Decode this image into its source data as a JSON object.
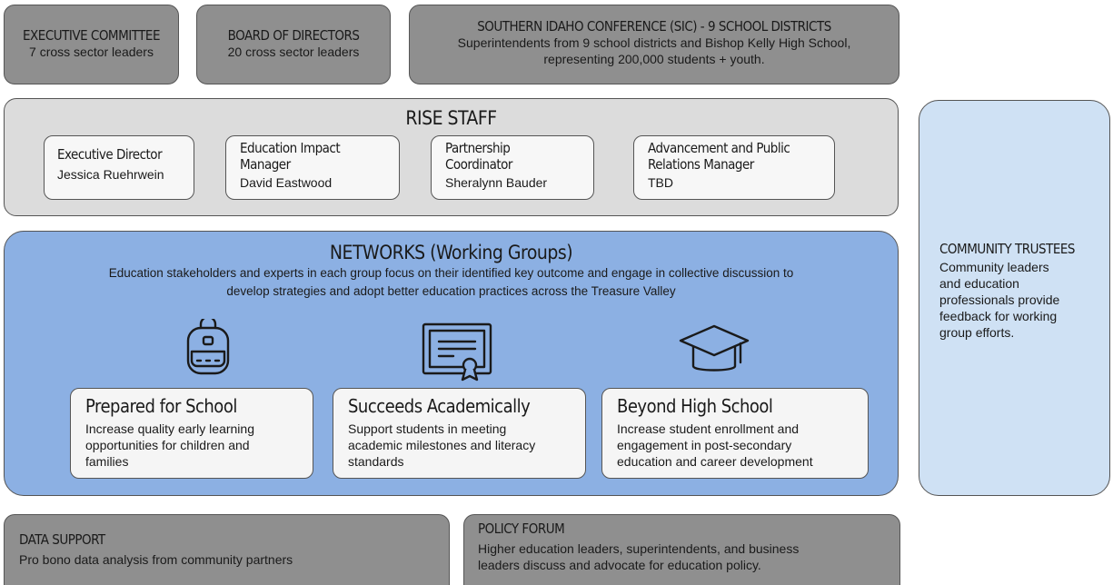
{
  "executive_committee": {
    "title": "EXECUTIVE COMMITTEE",
    "subtitle": "7 cross sector leaders"
  },
  "board_of_directors": {
    "title": "BOARD OF DIRECTORS",
    "subtitle": "20 cross sector leaders"
  },
  "sic": {
    "title": "SOUTHERN IDAHO CONFERENCE (SIC) - 9 SCHOOL DISTRICTS",
    "line1": "Superintendents from 9 school districts and Bishop Kelly High School,",
    "line2": "representing 200,000 students + youth."
  },
  "rise_staff": {
    "title": "RISE STAFF",
    "members": [
      {
        "role_line1": "Executive Director",
        "role_line2": "",
        "name": "Jessica Ruehrwein"
      },
      {
        "role_line1": "Education Impact",
        "role_line2": "Manager",
        "name": "David Eastwood"
      },
      {
        "role_line1": "Partnership",
        "role_line2": "Coordinator",
        "name": "Sheralynn Bauder"
      },
      {
        "role_line1": "Advancement and Public",
        "role_line2": "Relations Manager",
        "name": "TBD"
      }
    ]
  },
  "networks": {
    "title": "NETWORKS (Working Groups)",
    "line1": "Education stakeholders and experts in each group focus on their identified key outcome and engage in collective discussion to",
    "line2": "develop strategies and adopt better education practices across the Treasure Valley",
    "groups": [
      {
        "title": "Prepared for School",
        "icon": "backpack-icon",
        "line1": "Increase quality early learning",
        "line2": "opportunities for children and",
        "line3": "families"
      },
      {
        "title": "Succeeds Academically",
        "icon": "certificate-icon",
        "line1": "Support students in meeting",
        "line2": "academic milestones and literacy",
        "line3": "standards"
      },
      {
        "title": "Beyond High School",
        "icon": "graduation-cap-icon",
        "line1": "Increase student enrollment and",
        "line2": "engagement in post-secondary",
        "line3": "education and career development"
      }
    ]
  },
  "community_trustees": {
    "title": "COMMUNITY TRUSTEES",
    "lines": [
      "Community leaders",
      "and education",
      "professionals provide",
      "feedback for working",
      "group efforts."
    ]
  },
  "data_support": {
    "title": "DATA SUPPORT",
    "subtitle": "Pro bono data analysis from community partners"
  },
  "policy_forum": {
    "title": "POLICY FORUM",
    "line1": "Higher education leaders, superintendents, and  business",
    "line2": "leaders discuss and advocate for education policy."
  },
  "colors": {
    "dark_box": "#8f8f8f",
    "staff_box": "#dcdcdc",
    "networks_box": "#8cb0e3",
    "trustees_box": "#cfe1f4"
  }
}
